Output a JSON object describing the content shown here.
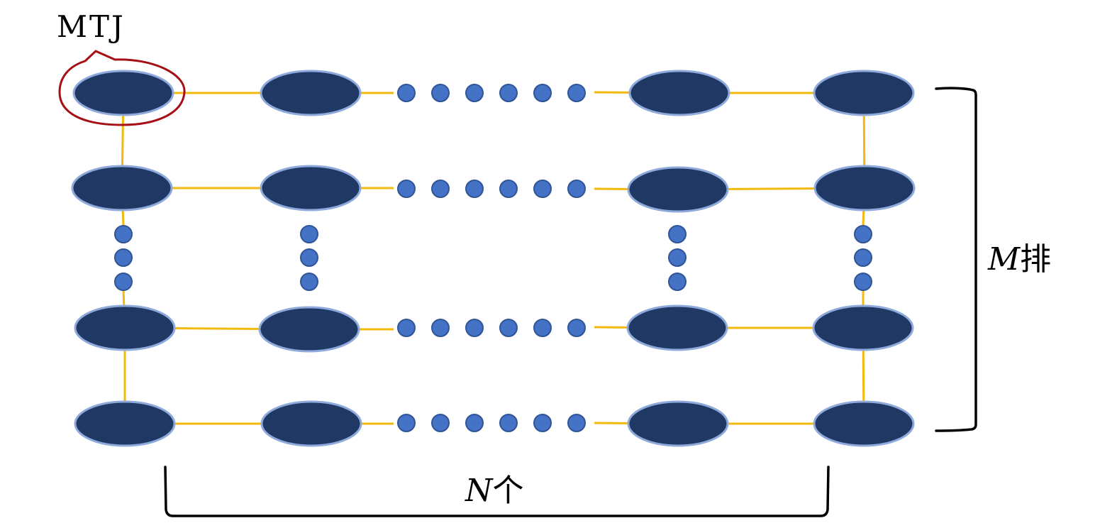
{
  "labels": {
    "mtj": "MTJ",
    "rows_var": "M",
    "rows_unit": "排",
    "cols_var": "N",
    "cols_unit": "个"
  },
  "colors": {
    "node_fill": "#203864",
    "node_stroke": "#8EA9DB",
    "dot_fill": "#4472C4",
    "dot_stroke": "#2F5597",
    "wire": "#F2B90F",
    "highlight": "#A50F15",
    "bracket": "#000000"
  },
  "icons": {
    "node": "mtj-device-ellipse",
    "dot": "ellipsis-dot",
    "highlight": "callout-outline",
    "bracket": "brace-bracket"
  }
}
